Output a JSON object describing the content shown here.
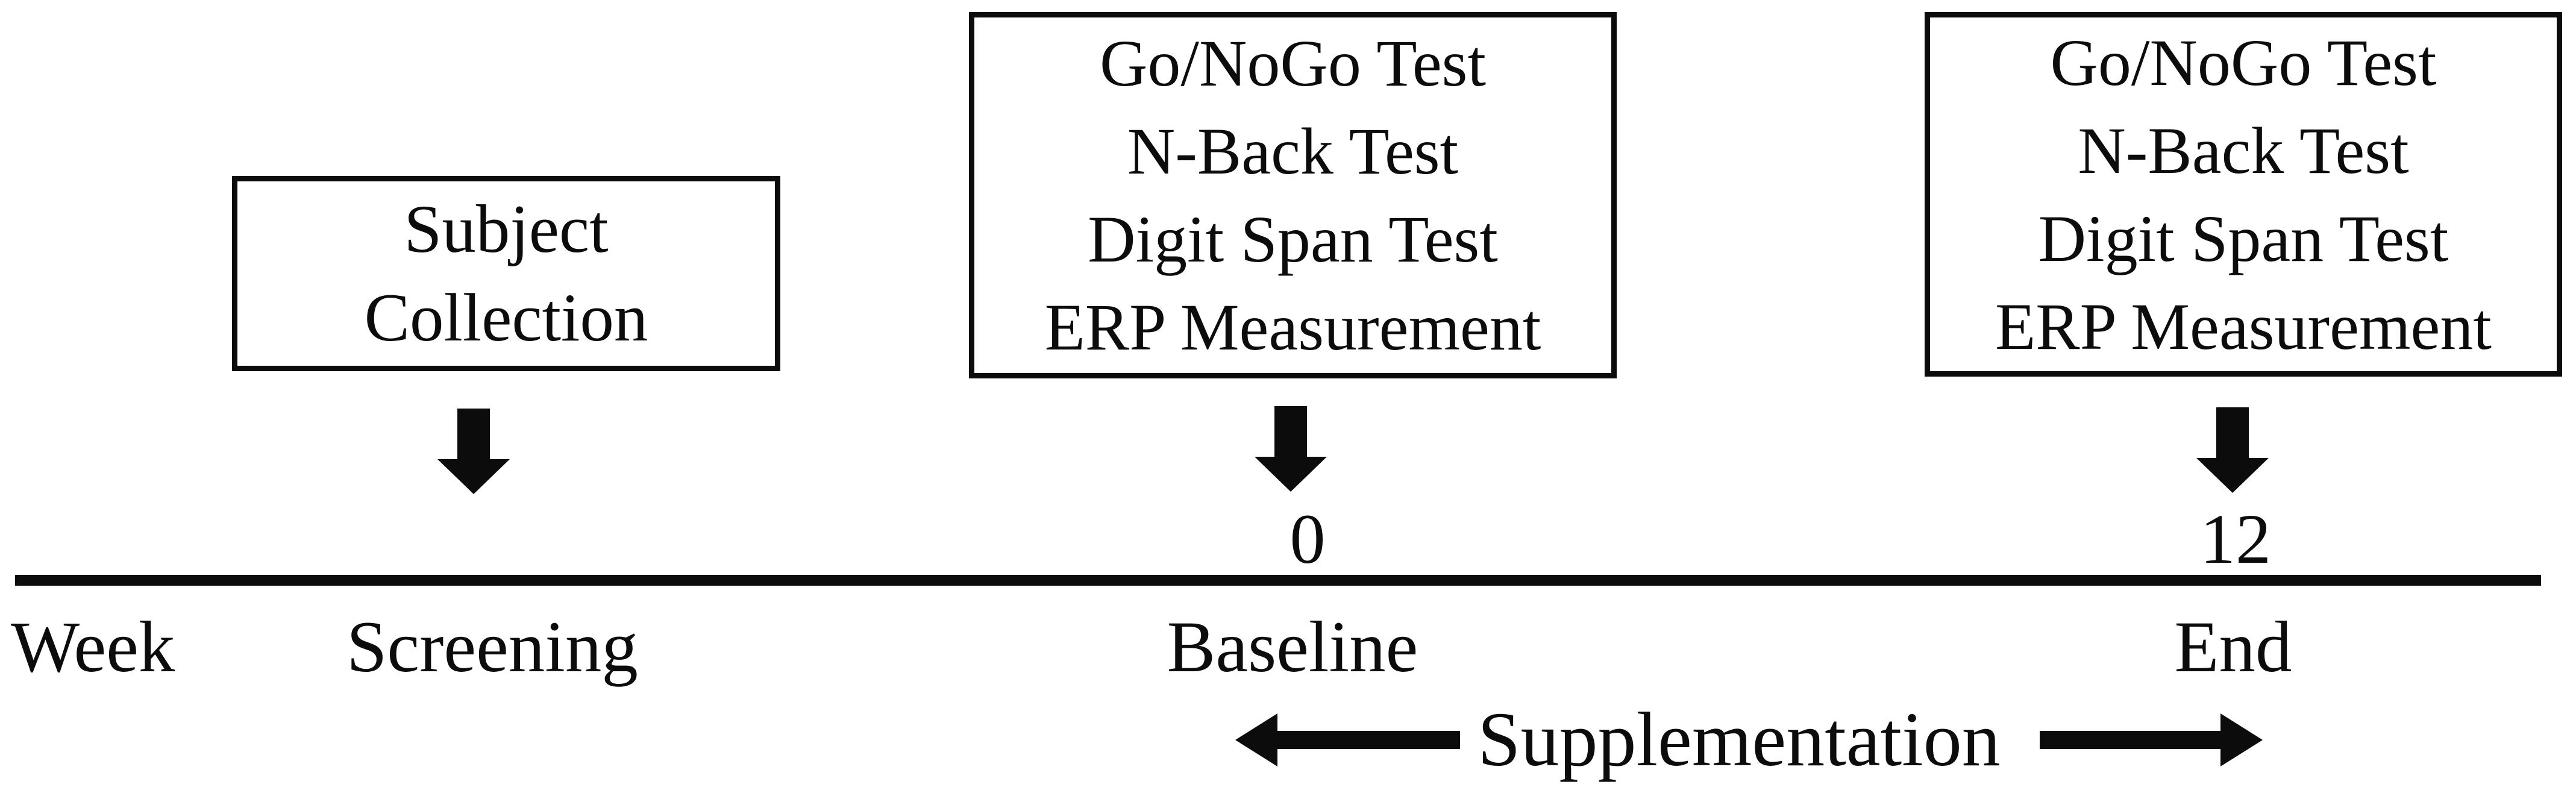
{
  "colors": {
    "background": "#ffffff",
    "ink": "#0c0c0c"
  },
  "boxes": {
    "screening": {
      "lines": [
        "Subject",
        "Collection"
      ]
    },
    "baseline": {
      "lines": [
        "Go/NoGo Test",
        "N-Back Test",
        "Digit Span Test",
        "ERP Measurement"
      ]
    },
    "end": {
      "lines": [
        "Go/NoGo Test",
        "N-Back Test",
        "Digit Span Test",
        "ERP Measurement"
      ]
    }
  },
  "timeline": {
    "axis_label": "Week",
    "ticks": [
      {
        "label": "Screening"
      },
      {
        "week": "0",
        "label": "Baseline"
      },
      {
        "week": "12",
        "label": "End"
      }
    ],
    "supplementation_label": "Supplementation"
  },
  "icons": {
    "down_arrow": "down-arrow",
    "left_arrow": "left-arrow",
    "right_arrow": "right-arrow"
  }
}
